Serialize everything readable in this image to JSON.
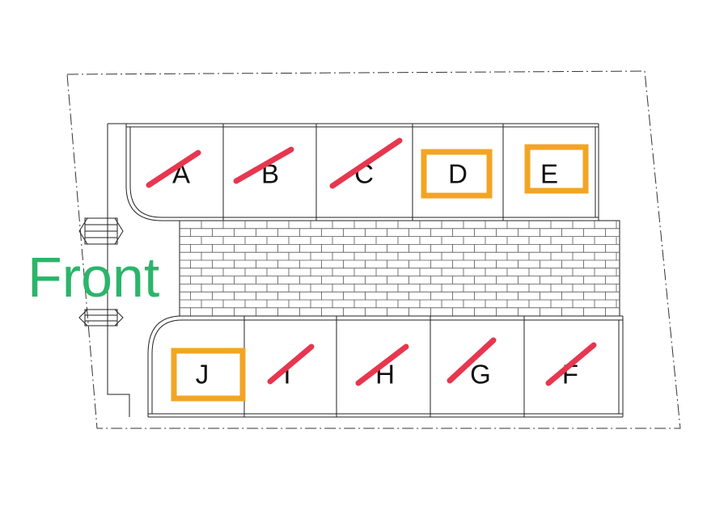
{
  "front_label": "Front",
  "colors": {
    "available": "#f2a524",
    "taken": "#e8364f",
    "front": "#2bb56a"
  },
  "bays": [
    {
      "label": "A",
      "status": "taken"
    },
    {
      "label": "B",
      "status": "taken"
    },
    {
      "label": "C",
      "status": "taken"
    },
    {
      "label": "D",
      "status": "available"
    },
    {
      "label": "E",
      "status": "available"
    },
    {
      "label": "J",
      "status": "available"
    },
    {
      "label": "I",
      "status": "taken"
    },
    {
      "label": "H",
      "status": "taken"
    },
    {
      "label": "G",
      "status": "taken"
    },
    {
      "label": "F",
      "status": "taken"
    }
  ]
}
